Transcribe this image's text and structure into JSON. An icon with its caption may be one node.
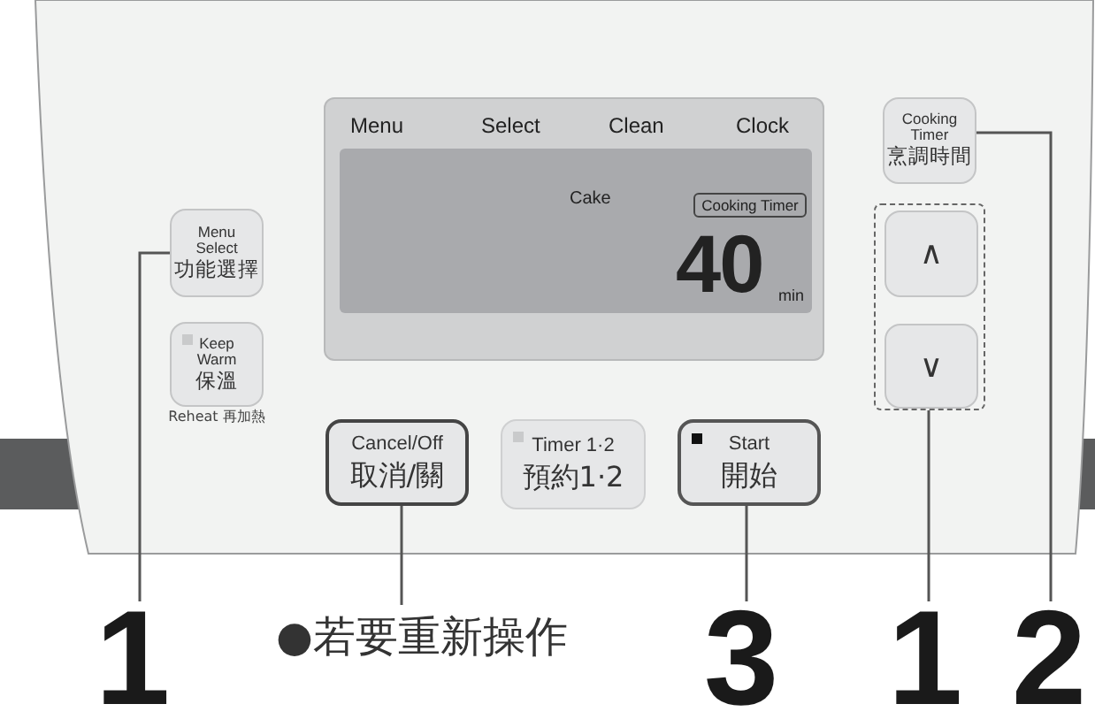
{
  "diagram": {
    "nodes": [
      {
        "text": [
          "Menu Select",
          "功能選擇"
        ]
      },
      {
        "text": [
          "Keep Warm",
          "保溫"
        ],
        "beside": [
          "Reheat 再加熱"
        ]
      },
      {
        "text": [
          "Menu",
          "Select",
          "Clean",
          "Clock"
        ]
      },
      {
        "text": [
          "Cake",
          "40",
          "min"
        ],
        "in": 2
      },
      {
        "text": [
          "Cooking Timer"
        ],
        "in": 3
      },
      {
        "text": [
          "Cancel/Off",
          "取消/關"
        ]
      },
      {
        "text": [
          "Timer 1·2",
          "預約1·2"
        ]
      },
      {
        "text": [
          "Start",
          "開始"
        ]
      },
      {
        "text": [
          "Cooking Timer",
          "烹調時間"
        ]
      },
      {
        "text": [],
        "shape": "box"
      },
      {
        "text": [
          "∧"
        ],
        "in": 9
      },
      {
        "text": [
          "∨"
        ],
        "in": 9
      },
      {
        "text": [
          "1"
        ]
      },
      {
        "text": [
          "●若要重新操作"
        ]
      },
      {
        "text": [
          "3"
        ]
      },
      {
        "text": [
          "1"
        ]
      },
      {
        "text": [
          "2"
        ]
      }
    ],
    "edges": [
      {
        "from": 12,
        "to": 0,
        "arrow": "none"
      },
      {
        "from": 13,
        "to": 5,
        "arrow": "none"
      },
      {
        "from": 14,
        "to": 7,
        "arrow": "none"
      },
      {
        "from": 15,
        "to": 9,
        "arrow": "none"
      },
      {
        "from": 16,
        "to": 8,
        "arrow": "none"
      }
    ]
  }
}
